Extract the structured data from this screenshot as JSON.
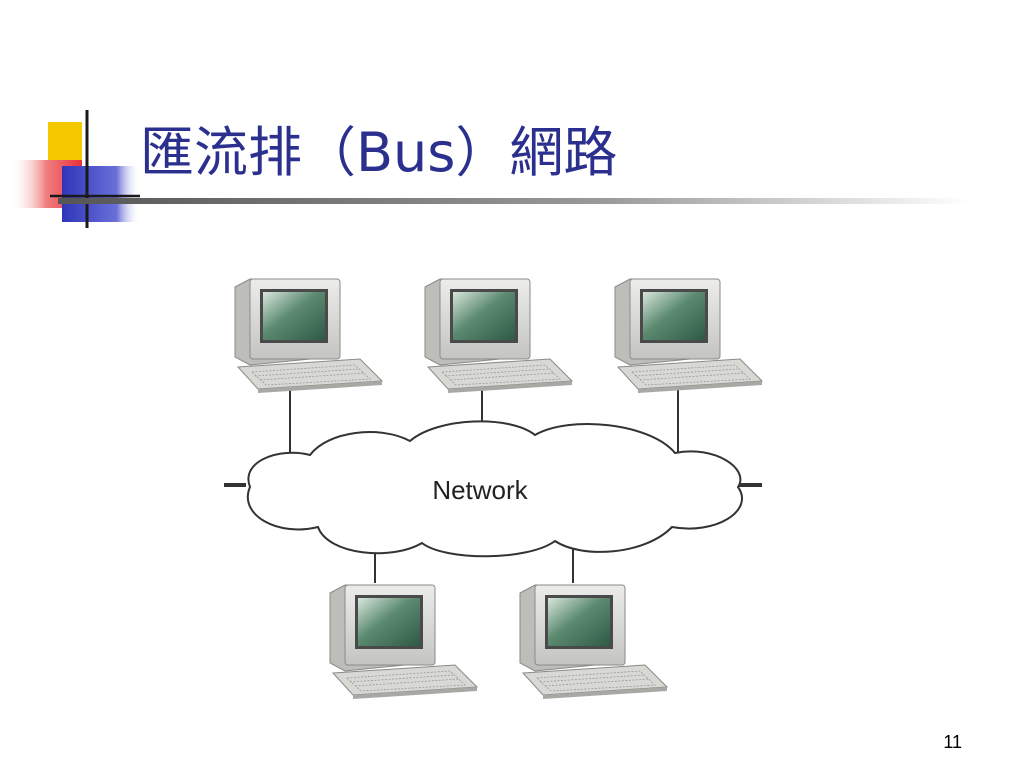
{
  "slide": {
    "title": "匯流排（Bus）網路",
    "page_number": "11"
  },
  "diagram": {
    "cloud_label": "Network"
  },
  "colors": {
    "title_text": "#2b2f8e",
    "deco_yellow": "#f5c800",
    "deco_red": "#e8303a",
    "deco_blue": "#2f35b8",
    "deco_line": "#1a1a1a",
    "screen_green": "#3f6f58",
    "computer_body": "#d6d6d2"
  }
}
